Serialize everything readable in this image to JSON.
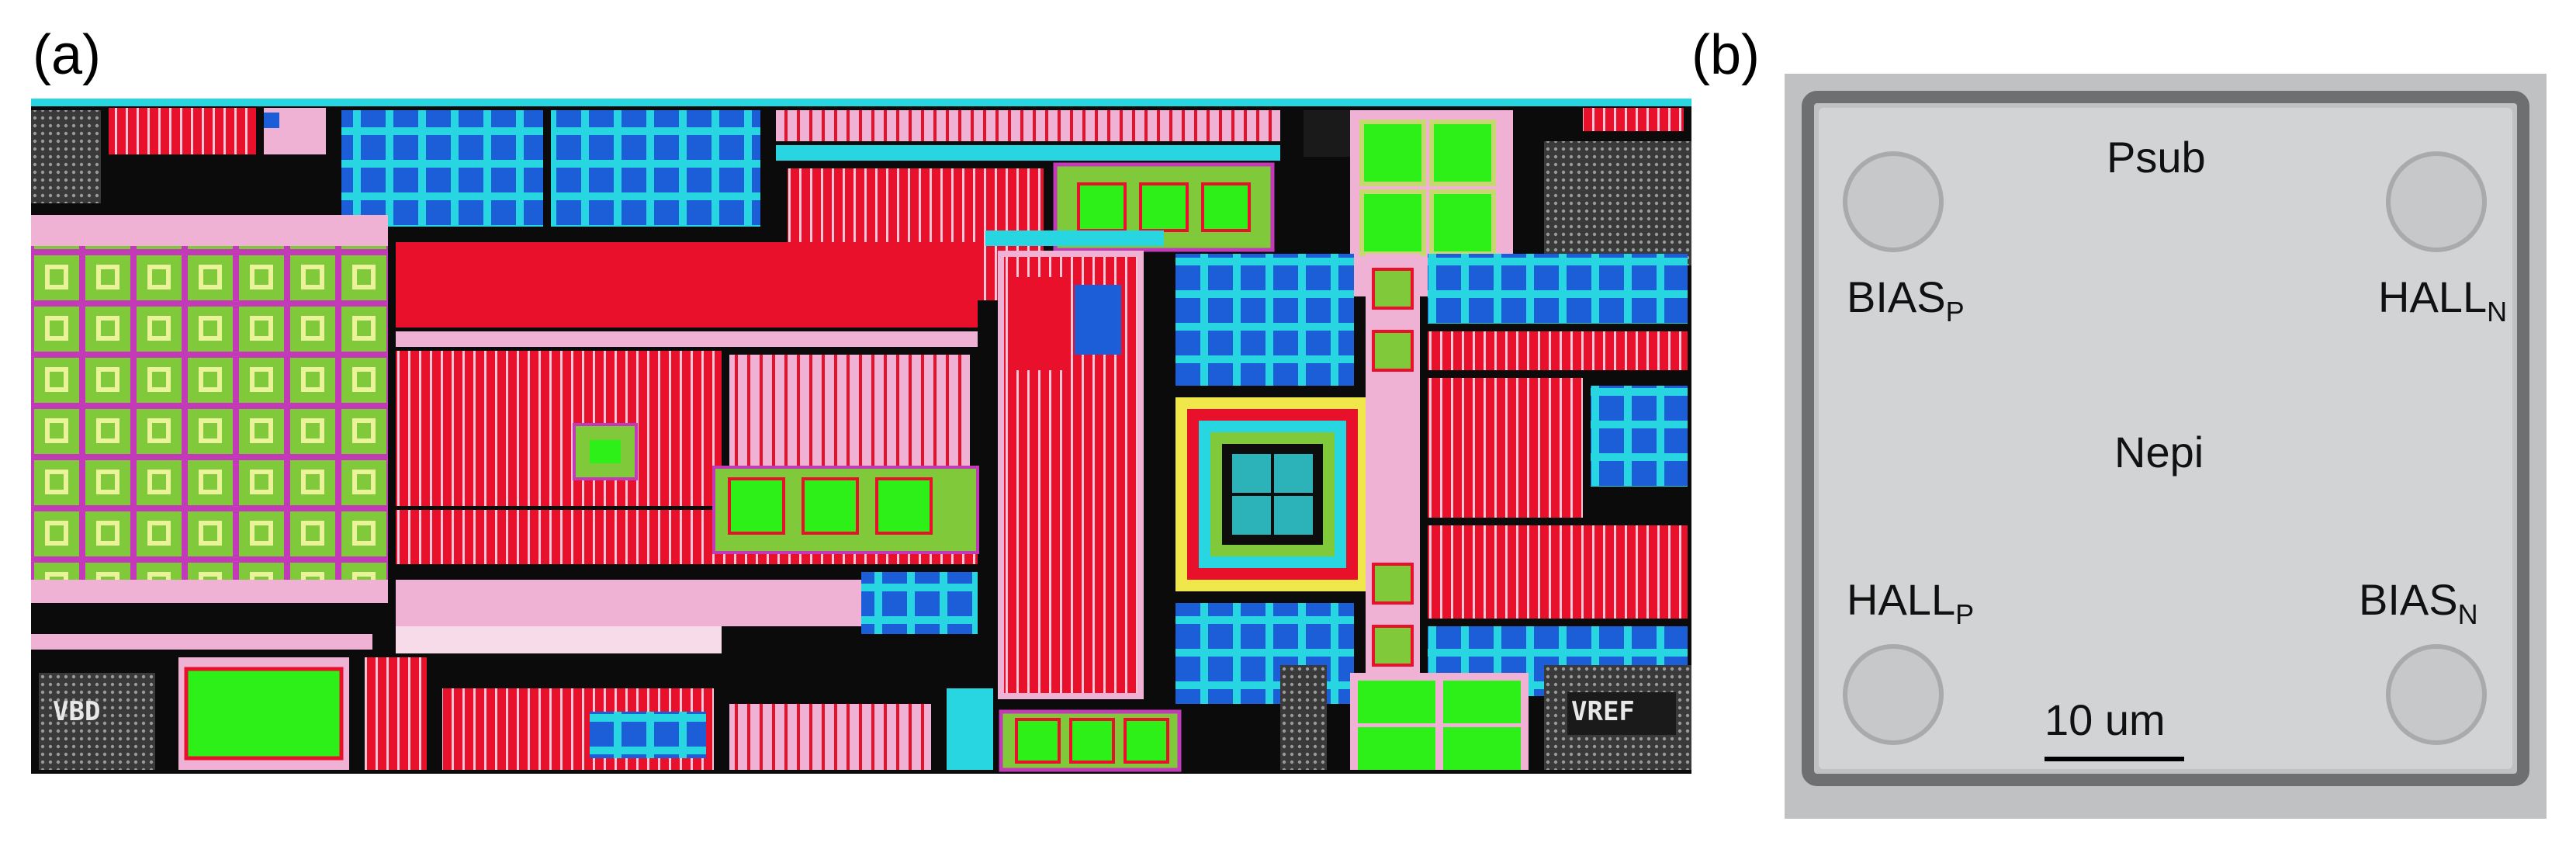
{
  "panels": {
    "a": {
      "label": "(a)",
      "pad_labels": {
        "left": "VBD",
        "right": "VREF"
      }
    },
    "b": {
      "label": "(b)",
      "terminals": {
        "top": "Psub",
        "center": "Nepi",
        "bias_p": {
          "base": "BIAS",
          "sub": "P"
        },
        "hall_n": {
          "base": "HALL",
          "sub": "N"
        },
        "hall_p": {
          "base": "HALL",
          "sub": "P"
        },
        "bias_n": {
          "base": "BIAS",
          "sub": "N"
        }
      },
      "scale_bar": {
        "label": "10 um"
      }
    }
  },
  "colors": {
    "metal_red": "#e8102a",
    "metal_blue": "#1b5ed8",
    "cyan": "#27d6e0",
    "green": "#2cf017",
    "olive_green": "#7fc93a",
    "pink": "#f0b2d4",
    "magenta": "#c23ab8",
    "background": "#0b0b0b",
    "micrograph_gray": "#bfc1c2"
  }
}
